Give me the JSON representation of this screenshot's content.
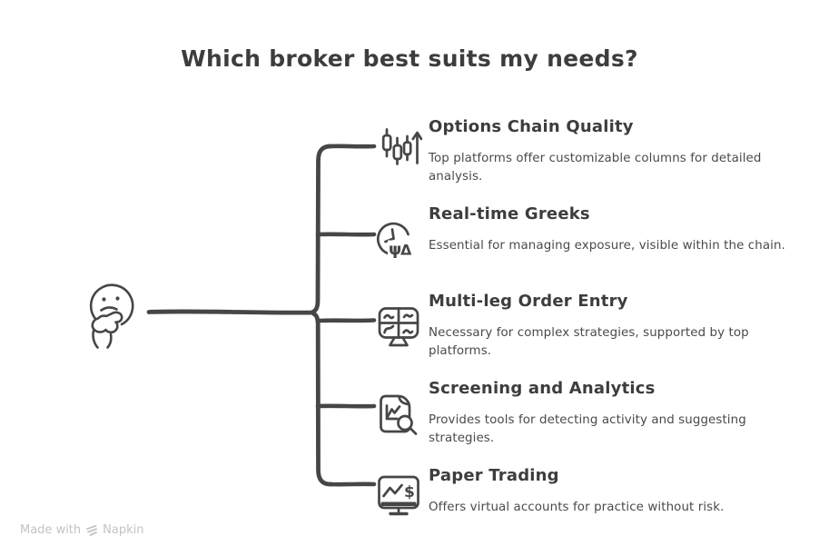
{
  "title": "Which broker best suits my needs?",
  "colors": {
    "background": "#ffffff",
    "heading": "#3d3d3d",
    "body_text": "#4a4a4a",
    "line_stroke": "#464646",
    "watermark": "#c3c3c3"
  },
  "root": {
    "icon": "thinking-face-icon"
  },
  "items": [
    {
      "icon": "candlestick-chart-up-icon",
      "title": "Options Chain Quality",
      "description": "Top platforms offer customizable columns for detailed analysis."
    },
    {
      "icon": "clock-greeks-icon",
      "title": "Real-time Greeks",
      "description": "Essential for managing exposure, visible within the chain."
    },
    {
      "icon": "multi-pane-monitor-icon",
      "title": "Multi-leg Order Entry",
      "description": "Necessary for complex strategies, supported by top platforms."
    },
    {
      "icon": "document-chart-magnifier-icon",
      "title": "Screening and Analytics",
      "description": "Provides tools for detecting activity and suggesting strategies."
    },
    {
      "icon": "monitor-chart-dollar-icon",
      "title": "Paper Trading",
      "description": "Offers virtual accounts for practice without risk."
    }
  ],
  "watermark": {
    "prefix": "Made with",
    "brand": "Napkin",
    "logo": "napkin-logo-icon"
  }
}
